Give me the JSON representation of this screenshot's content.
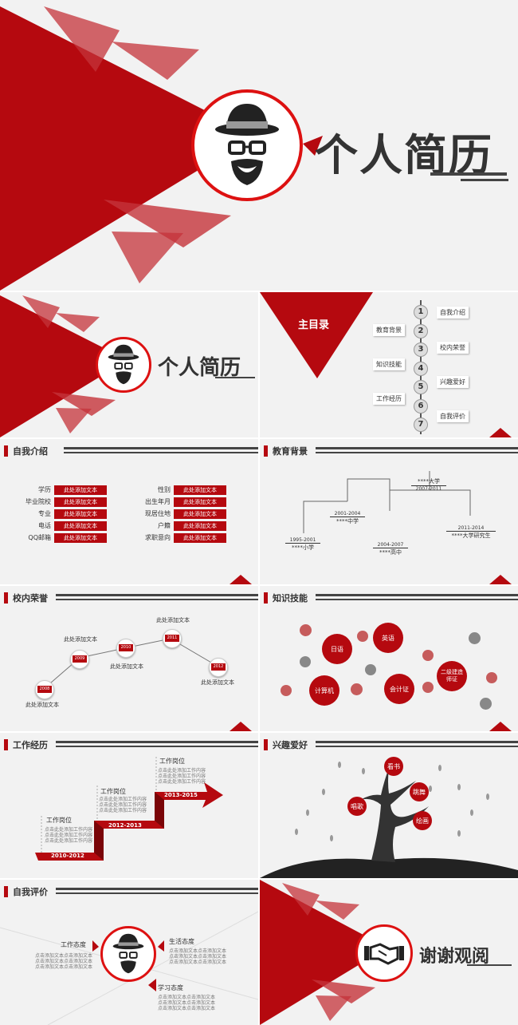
{
  "cover": {
    "title": "个人简历"
  },
  "toc": {
    "title": "主目录",
    "numbers": [
      "1",
      "2",
      "3",
      "4",
      "5",
      "6",
      "7"
    ],
    "right_items": [
      "自我介绍",
      "校内荣誉",
      "兴趣爱好",
      "自我评价"
    ],
    "left_items": [
      "教育背景",
      "知识技能",
      "工作经历"
    ]
  },
  "intro": {
    "title": "自我介绍",
    "left_fields": [
      "学历",
      "毕业院校",
      "专业",
      "电话",
      "QQ邮箱"
    ],
    "right_fields": [
      "性别",
      "出生年月",
      "现居住地",
      "户籍",
      "求职意向"
    ],
    "placeholder": "此处添加文本"
  },
  "education": {
    "title": "教育背景",
    "stages": [
      {
        "years": "1995-2001",
        "name": "****小学"
      },
      {
        "years": "2001-2004",
        "name": "****中学"
      },
      {
        "years": "2004-2007",
        "name": "****高中"
      },
      {
        "years": "2007-2011",
        "name": "****大学"
      },
      {
        "years": "2011-2014",
        "name": "****大学研究生"
      }
    ]
  },
  "honors": {
    "title": "校内荣誉",
    "items": [
      {
        "year": "2008",
        "text": "此处添加文本"
      },
      {
        "year": "2009",
        "text": "此处添加文本"
      },
      {
        "year": "2010",
        "text": "此处添加文本"
      },
      {
        "year": "2011",
        "text": "此处添加文本"
      },
      {
        "year": "2012",
        "text": "此处添加文本"
      }
    ]
  },
  "skills": {
    "title": "知识技能",
    "items": [
      "日语",
      "英语",
      "计算机",
      "会计证",
      "二级建造师证"
    ]
  },
  "work": {
    "title": "工作经历",
    "position": "工作岗位",
    "desc": "点击此处添加工作内容",
    "periods": [
      "2010-2012",
      "2012-2013",
      "2013-2015"
    ]
  },
  "hobbies": {
    "title": "兴趣爱好",
    "items": [
      "看书",
      "唱歌",
      "跳舞",
      "绘画"
    ]
  },
  "evaluation": {
    "title": "自我评价",
    "items": [
      {
        "name": "工作态度",
        "desc": "点击添加文本点击添加文本"
      },
      {
        "name": "生活态度",
        "desc": "点击添加文本点击添加文本"
      },
      {
        "name": "学习态度",
        "desc": "点击添加文本点击添加文本"
      }
    ]
  },
  "thanks": {
    "title": "谢谢观阅"
  }
}
